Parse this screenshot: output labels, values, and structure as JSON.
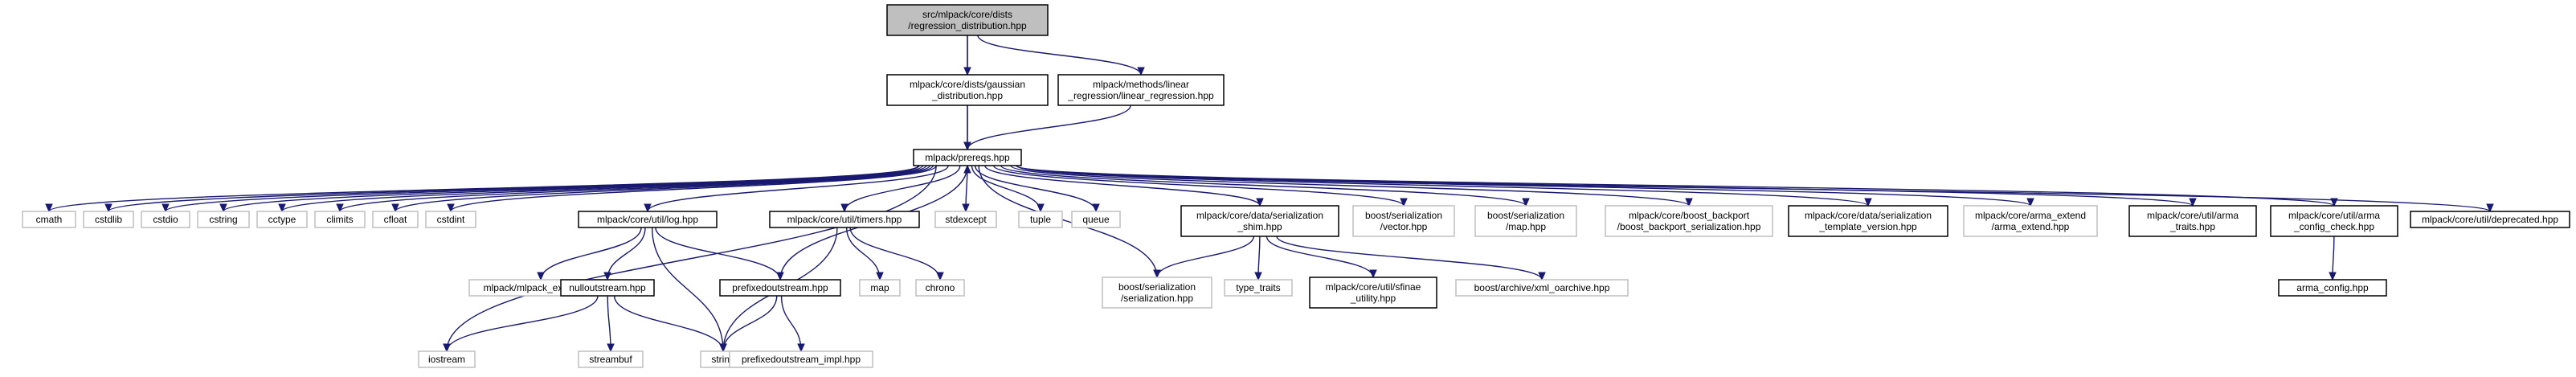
{
  "colors": {
    "edge": "#191970",
    "root_fill": "#bfbfbf",
    "root_stroke": "#000000",
    "normal_stroke": "#000000",
    "external_stroke": "#bfbfbf",
    "fill": "#ffffff"
  },
  "nodes": [
    {
      "id": "root",
      "kind": "root",
      "lines": [
        "src/mlpack/core/dists",
        "/regression_distribution.hpp"
      ]
    },
    {
      "id": "gaussian",
      "kind": "normal",
      "lines": [
        "mlpack/core/dists/gaussian",
        "_distribution.hpp"
      ]
    },
    {
      "id": "linreg",
      "kind": "normal",
      "lines": [
        "mlpack/methods/linear",
        "_regression/linear_regression.hpp"
      ]
    },
    {
      "id": "prereqs",
      "kind": "normal",
      "lines": [
        "mlpack/prereqs.hpp"
      ]
    },
    {
      "id": "cmath",
      "kind": "external",
      "lines": [
        "cmath"
      ]
    },
    {
      "id": "cstdlib",
      "kind": "external",
      "lines": [
        "cstdlib"
      ]
    },
    {
      "id": "cstdio",
      "kind": "external",
      "lines": [
        "cstdio"
      ]
    },
    {
      "id": "cstring",
      "kind": "external",
      "lines": [
        "cstring"
      ]
    },
    {
      "id": "cctype",
      "kind": "external",
      "lines": [
        "cctype"
      ]
    },
    {
      "id": "climits",
      "kind": "external",
      "lines": [
        "climits"
      ]
    },
    {
      "id": "cfloat",
      "kind": "external",
      "lines": [
        "cfloat"
      ]
    },
    {
      "id": "cstdint",
      "kind": "external",
      "lines": [
        "cstdint"
      ]
    },
    {
      "id": "log",
      "kind": "normal",
      "lines": [
        "mlpack/core/util/log.hpp"
      ]
    },
    {
      "id": "timers",
      "kind": "normal",
      "lines": [
        "mlpack/core/util/timers.hpp"
      ]
    },
    {
      "id": "stdexcept",
      "kind": "external",
      "lines": [
        "stdexcept"
      ]
    },
    {
      "id": "tuple",
      "kind": "external",
      "lines": [
        "tuple"
      ]
    },
    {
      "id": "queue",
      "kind": "external",
      "lines": [
        "queue"
      ]
    },
    {
      "id": "shim",
      "kind": "normal",
      "lines": [
        "mlpack/core/data/serialization",
        "_shim.hpp"
      ]
    },
    {
      "id": "bvector",
      "kind": "external",
      "lines": [
        "boost/serialization",
        "/vector.hpp"
      ]
    },
    {
      "id": "bmap",
      "kind": "external",
      "lines": [
        "boost/serialization",
        "/map.hpp"
      ]
    },
    {
      "id": "backport",
      "kind": "external",
      "lines": [
        "mlpack/core/boost_backport",
        "/boost_backport_serialization.hpp"
      ]
    },
    {
      "id": "stv",
      "kind": "normal",
      "lines": [
        "mlpack/core/data/serialization",
        "_template_version.hpp"
      ]
    },
    {
      "id": "armaext",
      "kind": "external",
      "lines": [
        "mlpack/core/arma_extend",
        "/arma_extend.hpp"
      ]
    },
    {
      "id": "armatraits",
      "kind": "normal",
      "lines": [
        "mlpack/core/util/arma",
        "_traits.hpp"
      ]
    },
    {
      "id": "armacheck",
      "kind": "normal",
      "lines": [
        "mlpack/core/util/arma",
        "_config_check.hpp"
      ]
    },
    {
      "id": "deprecated",
      "kind": "normal",
      "lines": [
        "mlpack/core/util/deprecated.hpp"
      ]
    },
    {
      "id": "iostream",
      "kind": "external",
      "lines": [
        "iostream"
      ]
    },
    {
      "id": "export",
      "kind": "external",
      "lines": [
        "mlpack/mlpack_export.hpp"
      ]
    },
    {
      "id": "nullout",
      "kind": "normal",
      "lines": [
        "nulloutstream.hpp"
      ]
    },
    {
      "id": "prefixout",
      "kind": "normal",
      "lines": [
        "prefixedoutstream.hpp"
      ]
    },
    {
      "id": "string",
      "kind": "external",
      "lines": [
        "string"
      ]
    },
    {
      "id": "streambuf",
      "kind": "external",
      "lines": [
        "streambuf"
      ]
    },
    {
      "id": "prefiximpl",
      "kind": "external",
      "lines": [
        "prefixedoutstream_impl.hpp"
      ]
    },
    {
      "id": "map",
      "kind": "external",
      "lines": [
        "map"
      ]
    },
    {
      "id": "chrono",
      "kind": "external",
      "lines": [
        "chrono"
      ]
    },
    {
      "id": "bser",
      "kind": "external",
      "lines": [
        "boost/serialization",
        "/serialization.hpp"
      ]
    },
    {
      "id": "typetraits",
      "kind": "external",
      "lines": [
        "type_traits"
      ]
    },
    {
      "id": "sfinae",
      "kind": "normal",
      "lines": [
        "mlpack/core/util/sfinae",
        "_utility.hpp"
      ]
    },
    {
      "id": "xmlo",
      "kind": "external",
      "lines": [
        "boost/archive/xml_oarchive.hpp"
      ]
    },
    {
      "id": "armaconfig",
      "kind": "normal",
      "lines": [
        "arma_config.hpp"
      ]
    }
  ],
  "edges": [
    [
      "root",
      "gaussian"
    ],
    [
      "root",
      "linreg"
    ],
    [
      "root",
      "prereqs"
    ],
    [
      "gaussian",
      "prereqs"
    ],
    [
      "linreg",
      "prereqs"
    ],
    [
      "prereqs",
      "cmath"
    ],
    [
      "prereqs",
      "cstdlib"
    ],
    [
      "prereqs",
      "cstdio"
    ],
    [
      "prereqs",
      "cstring"
    ],
    [
      "prereqs",
      "cctype"
    ],
    [
      "prereqs",
      "climits"
    ],
    [
      "prereqs",
      "cfloat"
    ],
    [
      "prereqs",
      "cstdint"
    ],
    [
      "prereqs",
      "iostream"
    ],
    [
      "prereqs",
      "log"
    ],
    [
      "prereqs",
      "timers"
    ],
    [
      "prereqs",
      "stdexcept"
    ],
    [
      "prereqs",
      "tuple"
    ],
    [
      "prereqs",
      "queue"
    ],
    [
      "prereqs",
      "shim"
    ],
    [
      "prereqs",
      "bser"
    ],
    [
      "prereqs",
      "bvector"
    ],
    [
      "prereqs",
      "bmap"
    ],
    [
      "prereqs",
      "backport"
    ],
    [
      "prereqs",
      "stv"
    ],
    [
      "prereqs",
      "armaext"
    ],
    [
      "prereqs",
      "armatraits"
    ],
    [
      "prereqs",
      "armacheck"
    ],
    [
      "prereqs",
      "deprecated"
    ],
    [
      "log",
      "export"
    ],
    [
      "log",
      "nullout"
    ],
    [
      "log",
      "prefixout"
    ],
    [
      "log",
      "string"
    ],
    [
      "nullout",
      "iostream"
    ],
    [
      "nullout",
      "streambuf"
    ],
    [
      "nullout",
      "string"
    ],
    [
      "prefixout",
      "prereqs"
    ],
    [
      "prefixout",
      "string"
    ],
    [
      "prefixout",
      "prefiximpl"
    ],
    [
      "timers",
      "map"
    ],
    [
      "timers",
      "chrono"
    ],
    [
      "timers",
      "string"
    ],
    [
      "shim",
      "bser"
    ],
    [
      "shim",
      "typetraits"
    ],
    [
      "shim",
      "sfinae"
    ],
    [
      "shim",
      "xmlo"
    ],
    [
      "armacheck",
      "armaconfig"
    ]
  ]
}
